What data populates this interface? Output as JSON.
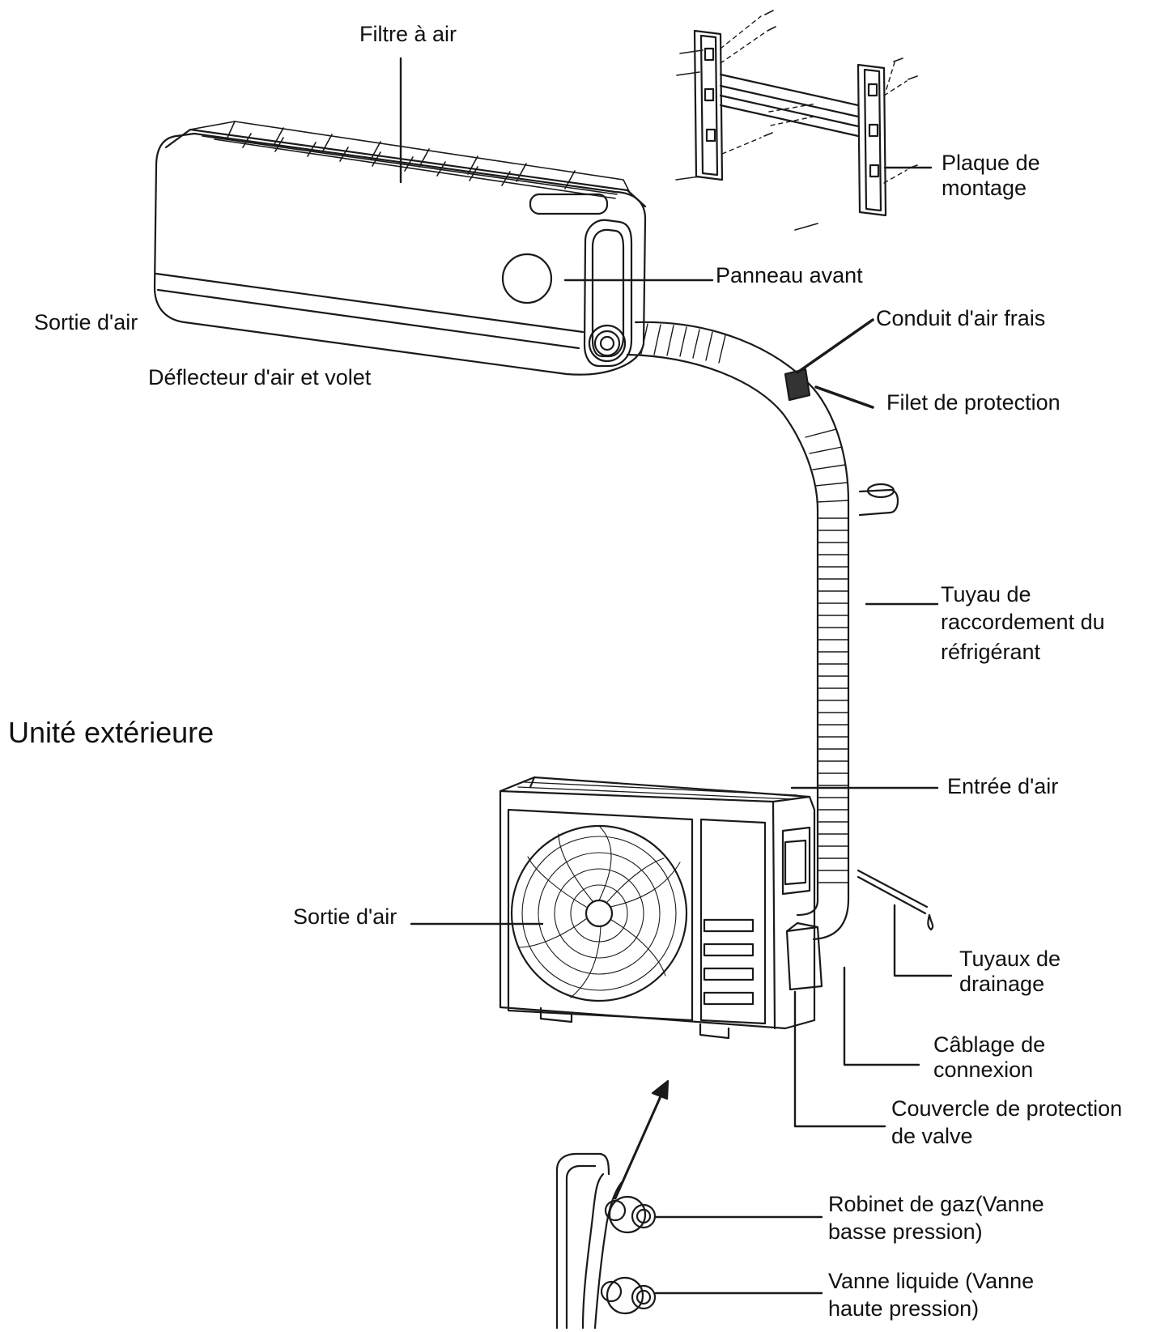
{
  "labels": {
    "filtre_air": "Filtre à air",
    "plaque_l1": "Plaque de",
    "plaque_l2": "montage",
    "panneau_avant": "Panneau avant",
    "sortie_air_top": "Sortie d'air",
    "conduit_air_frais": "Conduit d'air frais",
    "deflecteur": "Déflecteur d'air et volet",
    "filet_protection": "Filet de protection",
    "tuyau_l1": "Tuyau de",
    "tuyau_l2": "raccordement  du",
    "tuyau_l3": "réfrigérant",
    "unite_exterieure": "Unité extérieure",
    "entree_air": "Entrée d'air",
    "sortie_air_bottom": "Sortie d'air",
    "drainage_l1": "Tuyaux de",
    "drainage_l2": "drainage",
    "cablage_l1": "Câblage de",
    "cablage_l2": "connexion",
    "couvercle_l1": "Couvercle de protection",
    "couvercle_l2": "de valve",
    "robinet_l1": "Robinet de gaz(Vanne",
    "robinet_l2": "basse pression)",
    "vanne_l1": "Vanne liquide (Vanne",
    "vanne_l2": "haute pression)"
  }
}
